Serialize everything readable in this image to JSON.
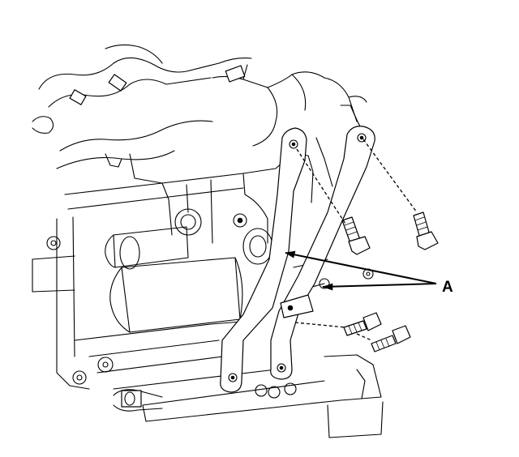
{
  "figure": {
    "callout_label": "A",
    "parts": {
      "bracket_left": "mounting-bracket",
      "bracket_right": "mounting-bracket",
      "bolts": "hex-bolt"
    }
  }
}
